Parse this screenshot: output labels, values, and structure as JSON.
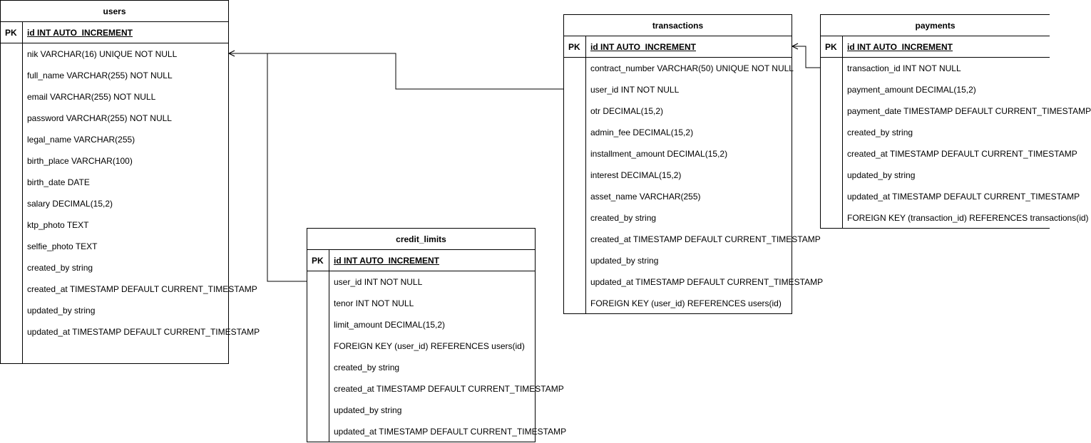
{
  "diagram": {
    "entities": [
      {
        "id": "users",
        "title": "users",
        "pk_label": "PK",
        "pk_field": "id INT AUTO_INCREMENT",
        "fields": [
          "nik VARCHAR(16) UNIQUE NOT NULL",
          "full_name VARCHAR(255) NOT NULL",
          "email VARCHAR(255) NOT NULL",
          "password VARCHAR(255) NOT NULL",
          "legal_name VARCHAR(255)",
          "birth_place VARCHAR(100)",
          "birth_date DATE",
          "salary DECIMAL(15,2)",
          "ktp_photo TEXT",
          "selfie_photo TEXT",
          "created_by string",
          "created_at TIMESTAMP DEFAULT CURRENT_TIMESTAMP",
          "updated_by string",
          "updated_at TIMESTAMP DEFAULT CURRENT_TIMESTAMP"
        ]
      },
      {
        "id": "credit_limits",
        "title": "credit_limits",
        "pk_label": "PK",
        "pk_field": "id INT AUTO_INCREMENT",
        "fields": [
          "user_id INT NOT NULL",
          "tenor INT NOT NULL",
          "limit_amount DECIMAL(15,2)",
          "FOREIGN KEY (user_id) REFERENCES users(id)",
          "created_by string",
          "created_at TIMESTAMP DEFAULT CURRENT_TIMESTAMP",
          "updated_by string",
          "updated_at TIMESTAMP DEFAULT CURRENT_TIMESTAMP"
        ]
      },
      {
        "id": "transactions",
        "title": "transactions",
        "pk_label": "PK",
        "pk_field": "id INT AUTO_INCREMENT",
        "fields": [
          "contract_number VARCHAR(50) UNIQUE NOT NULL",
          "user_id INT NOT NULL",
          "otr DECIMAL(15,2)",
          "admin_fee DECIMAL(15,2)",
          "installment_amount DECIMAL(15,2)",
          "interest DECIMAL(15,2)",
          "asset_name VARCHAR(255)",
          "created_by string",
          "created_at TIMESTAMP DEFAULT CURRENT_TIMESTAMP",
          "updated_by string",
          "updated_at TIMESTAMP DEFAULT CURRENT_TIMESTAMP",
          "FOREIGN KEY (user_id) REFERENCES users(id)"
        ]
      },
      {
        "id": "payments",
        "title": "payments",
        "pk_label": "PK",
        "pk_field": "id INT AUTO_INCREMENT",
        "fields": [
          "transaction_id INT NOT NULL",
          "payment_amount DECIMAL(15,2)",
          "payment_date TIMESTAMP DEFAULT CURRENT_TIMESTAMP",
          "created_by string",
          "created_at TIMESTAMP DEFAULT CURRENT_TIMESTAMP",
          "updated_by string",
          "updated_at TIMESTAMP DEFAULT CURRENT_TIMESTAMP",
          "FOREIGN KEY (transaction_id) REFERENCES transactions(id)"
        ]
      }
    ],
    "relations": [
      {
        "from": "transactions.user_id",
        "to": "users.nik"
      },
      {
        "from": "credit_limits.user_id",
        "to": "users.nik"
      },
      {
        "from": "payments.transaction_id",
        "to": "transactions.id"
      }
    ]
  }
}
